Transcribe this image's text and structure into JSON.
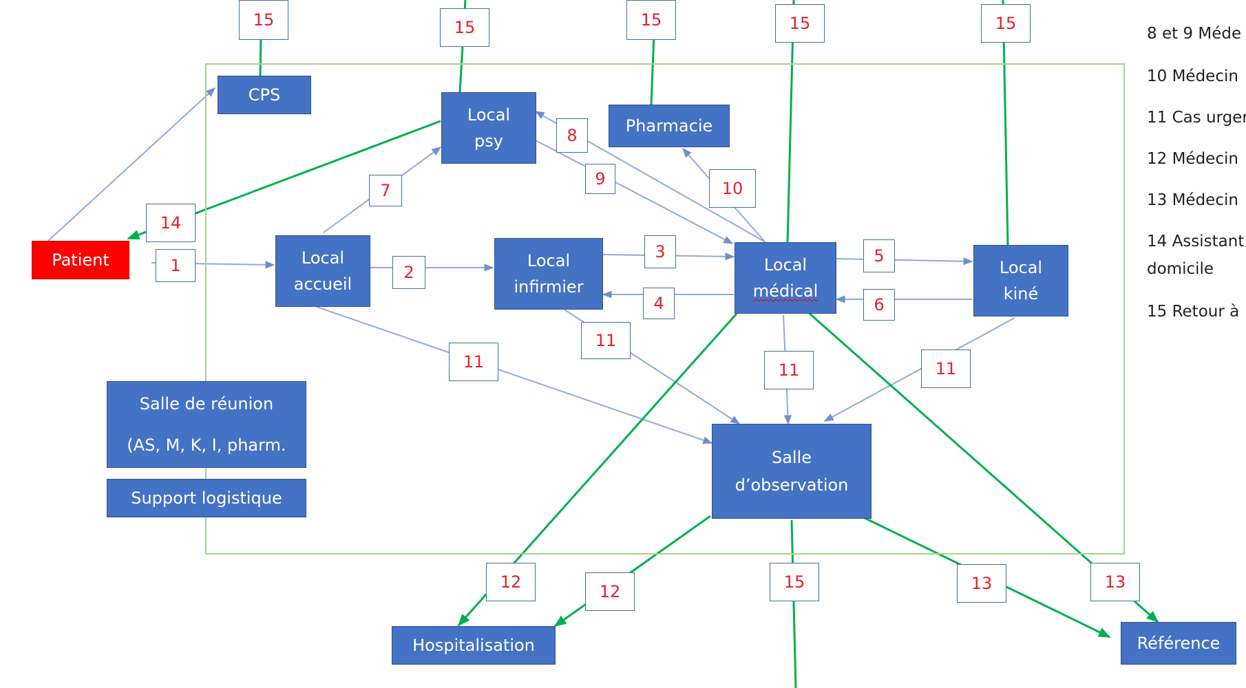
{
  "colors": {
    "box_fill": "#4472c4",
    "patient_fill": "#ff0000",
    "blue_arrow": "#8faadc",
    "green_arrow": "#00b050",
    "number_text": "#e8202a",
    "frame": "#a9d18e"
  },
  "nodes": {
    "patient": "Patient",
    "cps": "CPS",
    "local_psy": [
      "Local",
      "psy"
    ],
    "pharmacie": "Pharmacie",
    "local_accueil": [
      "Local",
      "accueil"
    ],
    "local_infirmier": [
      "Local",
      "infirmier"
    ],
    "local_medical": [
      "Local",
      "médical"
    ],
    "local_kine": [
      "Local",
      "kiné"
    ],
    "salle_reunion": [
      "Salle de réunion",
      "(AS, M, K, I, pharm."
    ],
    "support_logistique": "Support logistique",
    "salle_observation": [
      "Salle",
      "d’observation"
    ],
    "hospitalisation": "Hospitalisation",
    "reference": "Référence"
  },
  "numbers": {
    "n15_cps": "15",
    "n15_psy": "15",
    "n15_pharm": "15",
    "n15_med": "15",
    "n15_kine": "15",
    "n14": "14",
    "n1": "1",
    "n2": "2",
    "n3": "3",
    "n4": "4",
    "n5": "5",
    "n6": "6",
    "n7": "7",
    "n8": "8",
    "n9": "9",
    "n10": "10",
    "n11_accueil": "11",
    "n11_inf": "11",
    "n11_med": "11",
    "n11_kine": "11",
    "n12_a": "12",
    "n12_b": "12",
    "n15_obs": "15",
    "n13_a": "13",
    "n13_b": "13"
  },
  "legend": [
    "8 et 9 Méde",
    "10 Médecin",
    "11 Cas urger",
    "12 Médecin",
    "13 Médecin",
    "14 Assistant",
    "domicile",
    "15 Retour à"
  ]
}
